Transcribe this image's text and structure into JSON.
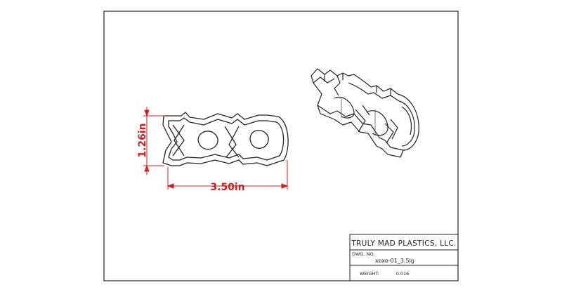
{
  "drawing": {
    "dimensions": {
      "height_label": "1.26in",
      "width_label": "3.50in",
      "color": "#d81b1b"
    }
  },
  "title_block": {
    "company": "TRULY MAD PLASTICS, LLC.",
    "dwg_no_label": "DWG. NO.",
    "dwg_no_value": "xoxo-01_3.5lg",
    "weight_label": "WEIGHT:",
    "weight_value": "0.016"
  }
}
